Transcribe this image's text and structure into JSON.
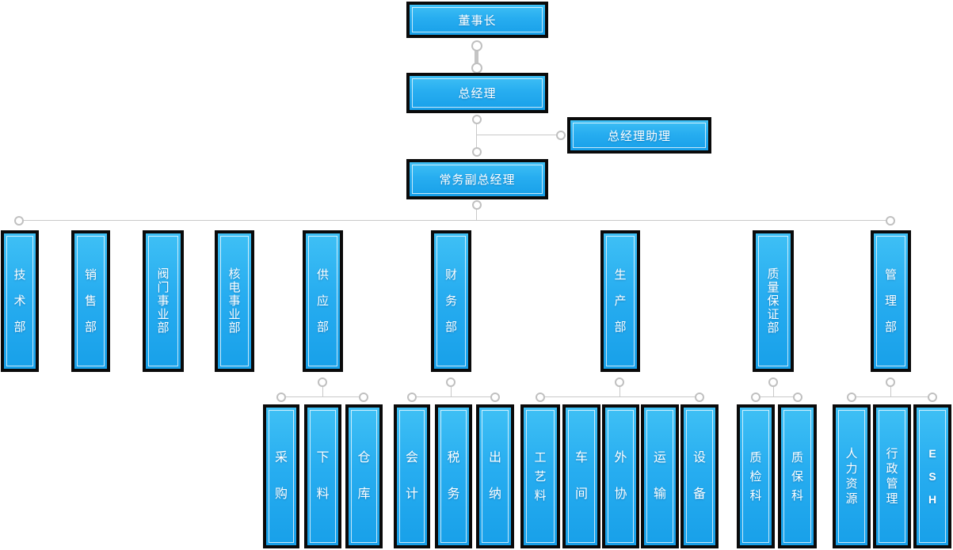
{
  "colors": {
    "node_fill_top": "#3fc0f5",
    "node_fill_bottom": "#18a0e9",
    "node_border": "#0a0a0a",
    "node_text": "#ffffff",
    "connector": "#c9c9c9"
  },
  "top_nodes": {
    "chairman": "董事长",
    "general_manager": "总经理",
    "gm_assistant": "总经理助理",
    "deputy_gm": "常务副总经理"
  },
  "departments": [
    {
      "label": "技术部"
    },
    {
      "label": "销售部"
    },
    {
      "label": "阀门事业部"
    },
    {
      "label": "核电事业部"
    },
    {
      "label": "供应部"
    },
    {
      "label": "财务部"
    },
    {
      "label": "生产部"
    },
    {
      "label": "质量保证部"
    },
    {
      "label": "管理部"
    }
  ],
  "sub_departments": {
    "supply": [
      "采购",
      "下料",
      "仓库"
    ],
    "finance": [
      "会计",
      "税务",
      "出纳"
    ],
    "production": [
      "工艺料",
      "车间",
      "外协",
      "运输",
      "设备"
    ],
    "quality": [
      "质检科",
      "质保科"
    ],
    "management": [
      "人力资源",
      "行政管理",
      "ESH"
    ]
  }
}
